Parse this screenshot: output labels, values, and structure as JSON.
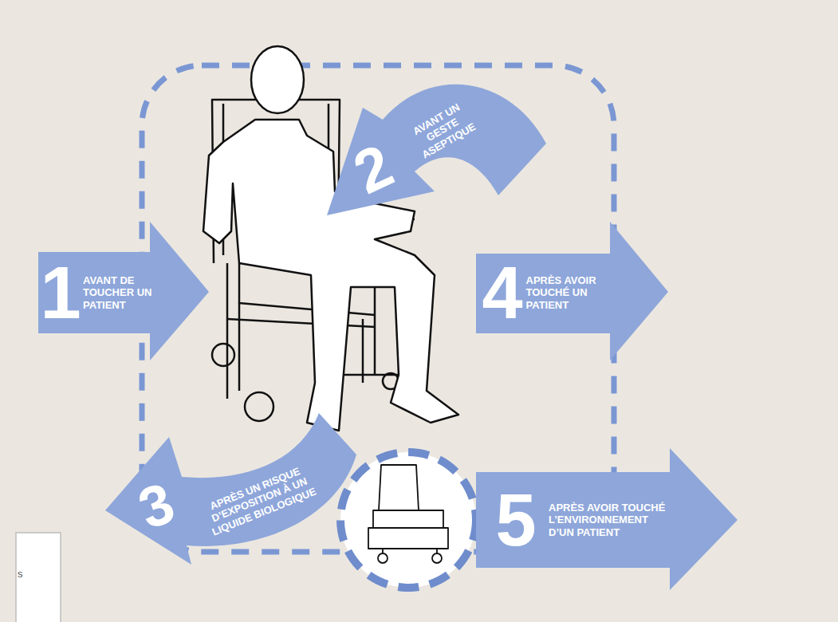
{
  "diagram": {
    "nodes": [
      {
        "text": [
          "1",
          "AVANT DE TOUCHER UN PATIENT"
        ]
      },
      {
        "text": [
          "2",
          "AVANT UN GESTE ASEPTIQUE"
        ]
      },
      {
        "text": [
          "3",
          "APRÈS UN RISQUE D’EXPOSITION À UN LIQUIDE BIOLOGIQUE"
        ]
      },
      {
        "text": [
          "4",
          "APRÈS AVOIR TOUCHÉ UN PATIENT"
        ]
      },
      {
        "text": [
          "5",
          "APRÈS AVOIR TOUCHÉ L’ENVIRONNEMENT D’UN PATIENT"
        ]
      }
    ],
    "labels": [
      "s"
    ]
  }
}
